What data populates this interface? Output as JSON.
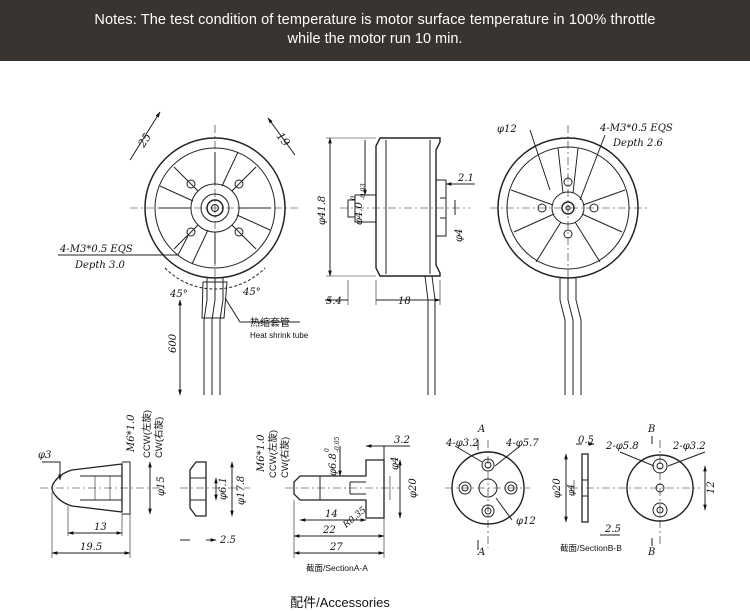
{
  "notes": {
    "line1": "Notes: The test condition of temperature is motor surface temperature in 100% throttle",
    "line2": "while the motor run 10 min."
  },
  "front_view": {
    "dim_25": "25",
    "dim_19": "19",
    "thread": "4-M3*0.5  EQS",
    "depth": "Depth  3.0",
    "angle_left": "45°",
    "angle_right": "45°",
    "lead_length": "600",
    "heat_shrink_cn": "热缩套管",
    "heat_shrink_en": "Heat shrink tube"
  },
  "side_view": {
    "diameter_body": "φ41.8",
    "diameter_shaft_main": "φ4.0",
    "diameter_shaft_tol_upper": "0",
    "diameter_shaft_tol_lower": "-0.03",
    "dim_2_1": "2.1",
    "diameter_4": "φ4",
    "dim_5_4": "5.4",
    "dim_18": "18"
  },
  "rear_view": {
    "diameter_12": "φ12",
    "thread": "4-M3*0.5  EQS",
    "depth": "Depth  2.6"
  },
  "accessories": {
    "prop_nut": {
      "d3": "φ3",
      "thread": "M6*1.0",
      "ccw": "CCW(左旋)",
      "cw": "CW(右旋)",
      "d15": "φ15",
      "dim_13": "13",
      "dim_19_5": "19.5"
    },
    "washer": {
      "d6_1": "φ6.1",
      "d17_8": "φ17.8",
      "dim_2_5": "2.5"
    },
    "shaft_adapter": {
      "thread": "M6*1.0",
      "ccw": "CCW(左旋)",
      "cw": "CW(右旋)",
      "d6_8": "φ6.8",
      "d6_8_tol": "0",
      "d6_8_tol_lower": "-0.05",
      "dim_3_2": "3.2",
      "d4": "φ4",
      "d20": "φ20",
      "dim_14": "14",
      "r0_35": "R0.35",
      "dim_22": "22",
      "dim_27": "27",
      "section_label": "截面/SectionA-A"
    },
    "prop_plate_a": {
      "holes_a": "4-φ3.2",
      "holes_b": "4-φ5.7",
      "d12": "φ12",
      "label_a_top": "A",
      "label_a_bottom": "A"
    },
    "prop_plate_b": {
      "dim_0_5": "0.5",
      "holes_a": "2-φ5.8",
      "holes_b": "2-φ3.2",
      "d20": "φ20",
      "d4": "φ4",
      "dim_12": "12",
      "dim_2_5": "2.5",
      "label_b_top": "B",
      "label_b_bottom": "B",
      "section_label": "截面/SectionB-B"
    }
  },
  "footer": {
    "caption": "配件/Accessories"
  }
}
